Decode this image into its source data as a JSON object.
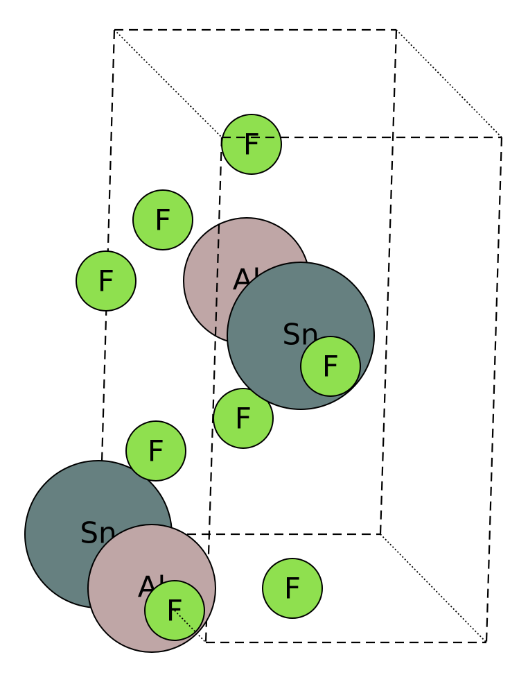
{
  "colors": {
    "F": "#8fe04f",
    "Al": "#bfa6a6",
    "Sn": "#668080"
  },
  "atoms": [
    {
      "element": "F",
      "label": "F"
    },
    {
      "element": "Sn",
      "label": "Sn"
    },
    {
      "element": "Al",
      "label": "Al"
    },
    {
      "element": "F",
      "label": "F"
    },
    {
      "element": "F",
      "label": "F"
    },
    {
      "element": "F",
      "label": "F"
    },
    {
      "element": "F",
      "label": "F"
    },
    {
      "element": "Al",
      "label": "Al"
    },
    {
      "element": "Sn",
      "label": "Sn"
    },
    {
      "element": "F",
      "label": "F"
    },
    {
      "element": "F",
      "label": "F"
    },
    {
      "element": "F",
      "label": "F"
    }
  ]
}
